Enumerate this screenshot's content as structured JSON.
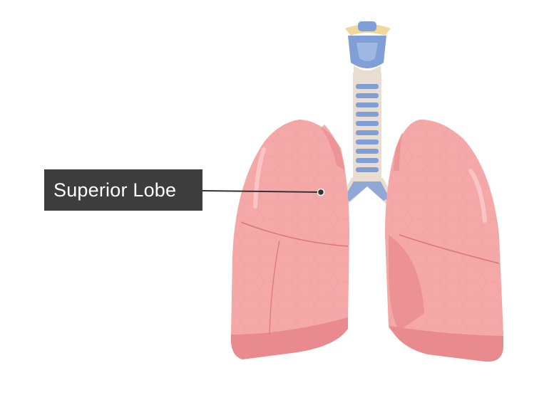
{
  "diagram": {
    "label": {
      "text": "Superior Lobe"
    },
    "structures": [
      {
        "name": "larynx",
        "icon": "larynx-shape"
      },
      {
        "name": "trachea",
        "icon": "trachea-shape"
      },
      {
        "name": "right-lung",
        "icon": "lung-shape"
      },
      {
        "name": "left-lung",
        "icon": "lung-shape"
      },
      {
        "name": "superior-lobe",
        "icon": "lobe-highlight"
      }
    ],
    "colors": {
      "lung_fill": "#f5a8a8",
      "lung_shadow": "#e98b8e",
      "lung_dark": "#d9767b",
      "lung_edge": "#c9646b",
      "cartilage_blue": "#7f9fd6",
      "trachea_ring": "#e8ddd0",
      "larynx_yellow": "#f0d79a",
      "label_bg": "#3d3d3d",
      "label_text": "#ffffff",
      "leader_line": "#333333"
    }
  }
}
